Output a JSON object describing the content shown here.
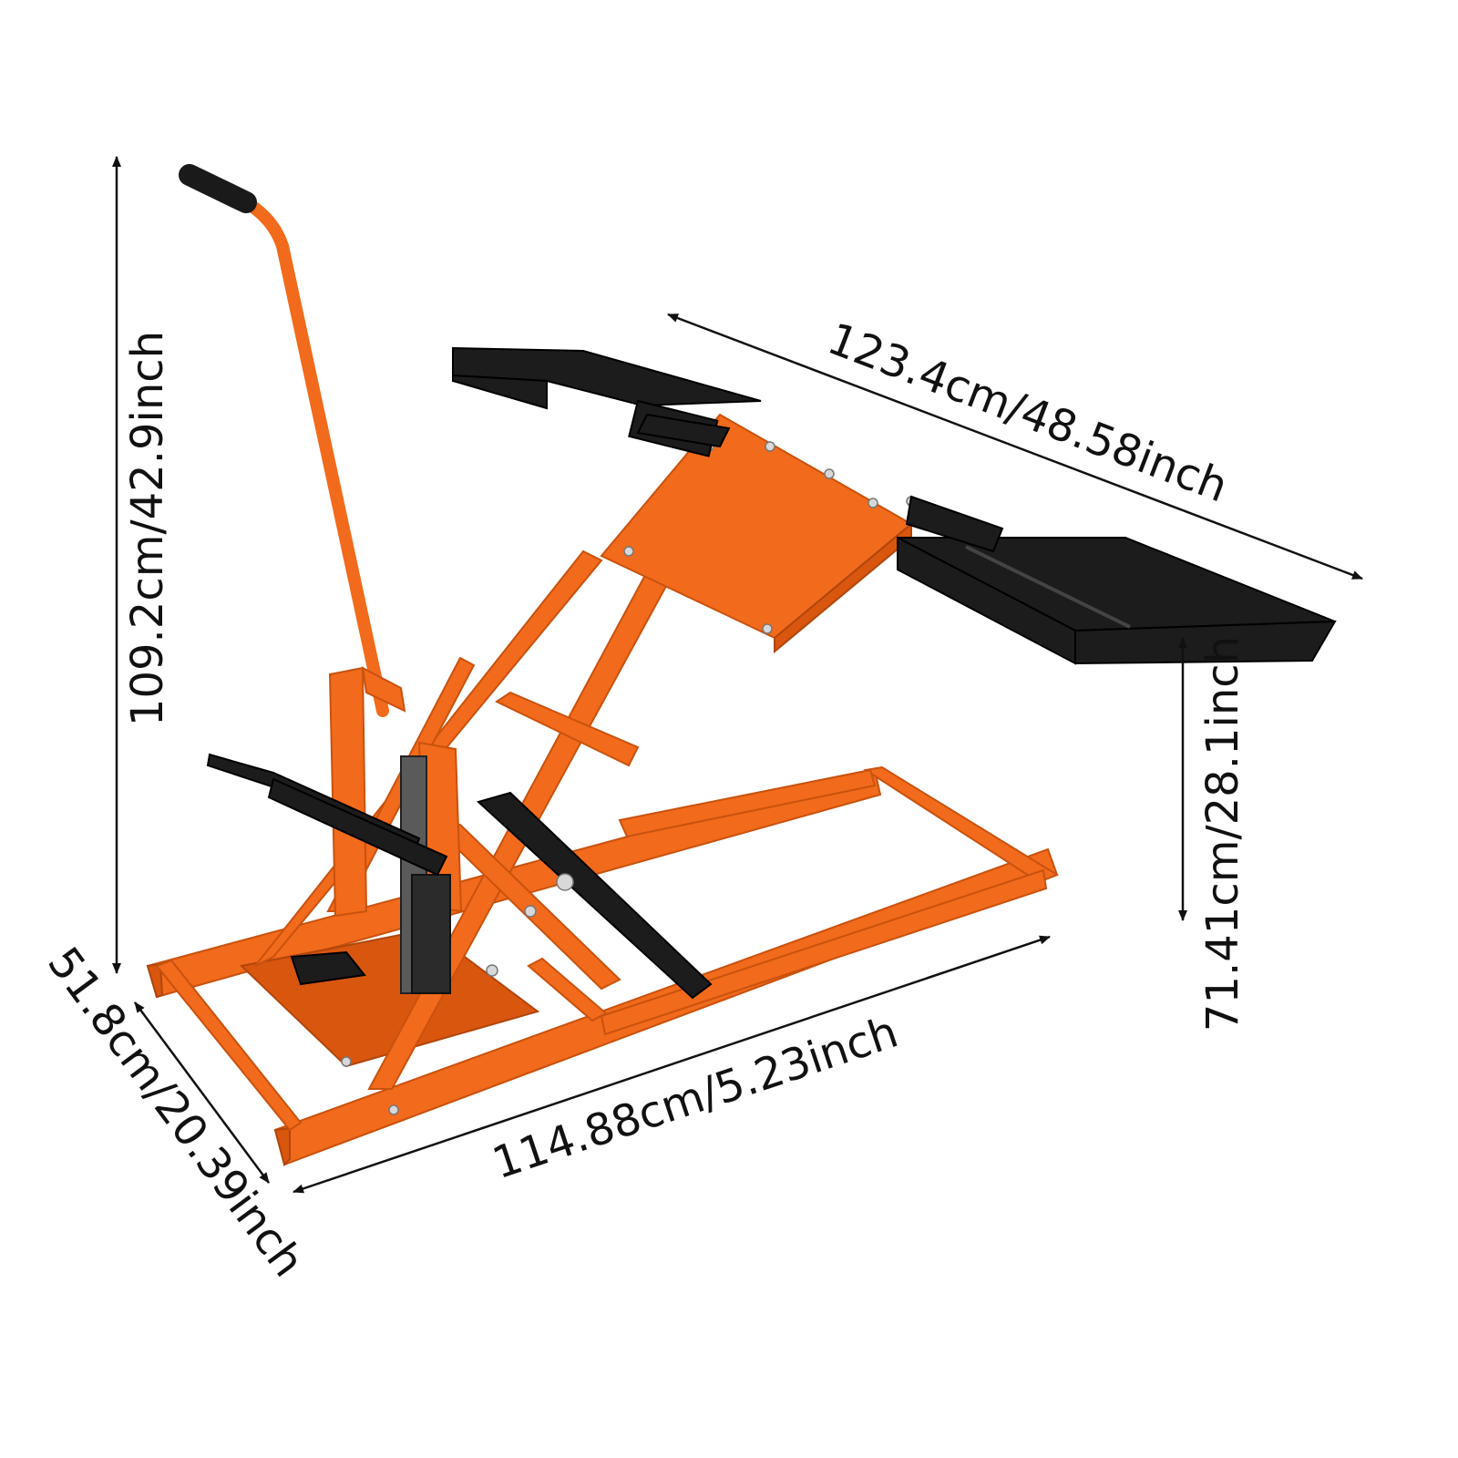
{
  "dimensions": {
    "height_total": "109.2cm/42.9inch",
    "platform_length": "123.4cm/48.58inch",
    "lift_height": "71.41cm/28.1inch",
    "base_length": "114.88cm/5.23inch",
    "base_width": "51.8cm/20.39inch"
  },
  "colors": {
    "frame": "#f26a1b",
    "platform": "#1c1c1c",
    "background": "#ffffff"
  }
}
